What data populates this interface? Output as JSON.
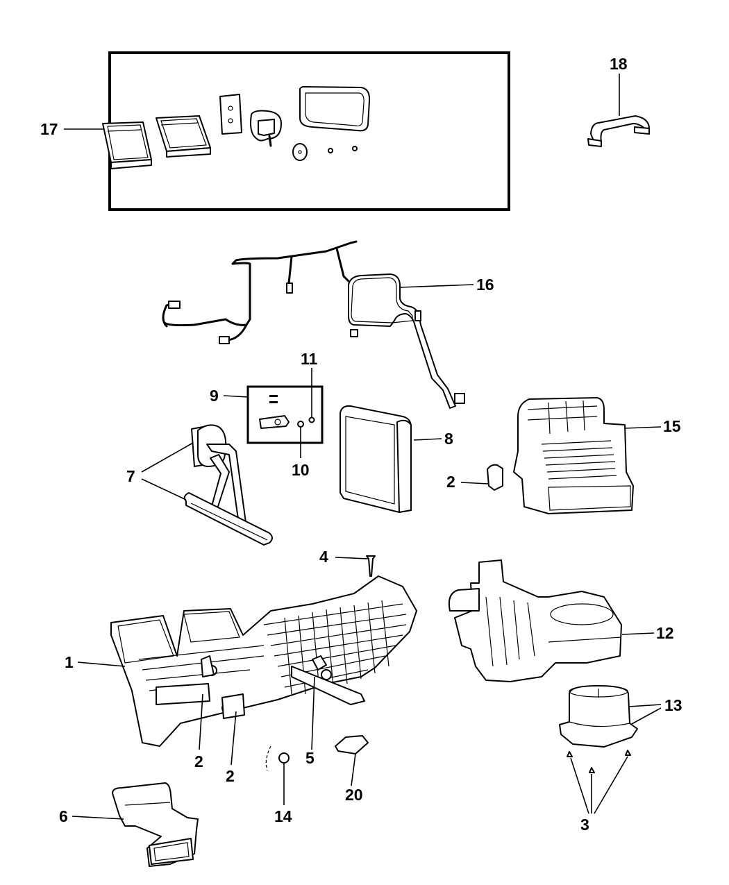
{
  "diagram": {
    "title": "HVAC Unit Assembly — Exploded Parts Diagram",
    "line_color": "#000000",
    "background_color": "#ffffff",
    "callouts": [
      {
        "id": "c17",
        "label": "17",
        "part": "seal-kit"
      },
      {
        "id": "c18",
        "label": "18",
        "part": "duct-clip"
      },
      {
        "id": "c16",
        "label": "16",
        "part": "wiring-harness"
      },
      {
        "id": "c9",
        "label": "9",
        "part": "expansion-valve-kit"
      },
      {
        "id": "c11",
        "label": "11",
        "part": "o-ring-small"
      },
      {
        "id": "c10",
        "label": "10",
        "part": "o-ring"
      },
      {
        "id": "c7",
        "label": "7",
        "part": "heater-core-and-tubes"
      },
      {
        "id": "c8",
        "label": "8",
        "part": "evaporator-core"
      },
      {
        "id": "c15",
        "label": "15",
        "part": "distribution-housing"
      },
      {
        "id": "c2a",
        "label": "2",
        "part": "actuator"
      },
      {
        "id": "c4",
        "label": "4",
        "part": "screw"
      },
      {
        "id": "c12",
        "label": "12",
        "part": "blower-housing"
      },
      {
        "id": "c1",
        "label": "1",
        "part": "hvac-housing"
      },
      {
        "id": "c13",
        "label": "13",
        "part": "blower-motor"
      },
      {
        "id": "c3",
        "label": "3",
        "part": "actuator-door"
      },
      {
        "id": "c2b",
        "label": "2",
        "part": "actuator"
      },
      {
        "id": "c2c",
        "label": "2",
        "part": "actuator"
      },
      {
        "id": "c5",
        "label": "5",
        "part": "blower-resistor"
      },
      {
        "id": "c20",
        "label": "20",
        "part": "grommet"
      },
      {
        "id": "c14",
        "label": "14",
        "part": "screws"
      },
      {
        "id": "c6",
        "label": "6",
        "part": "floor-duct"
      }
    ]
  }
}
